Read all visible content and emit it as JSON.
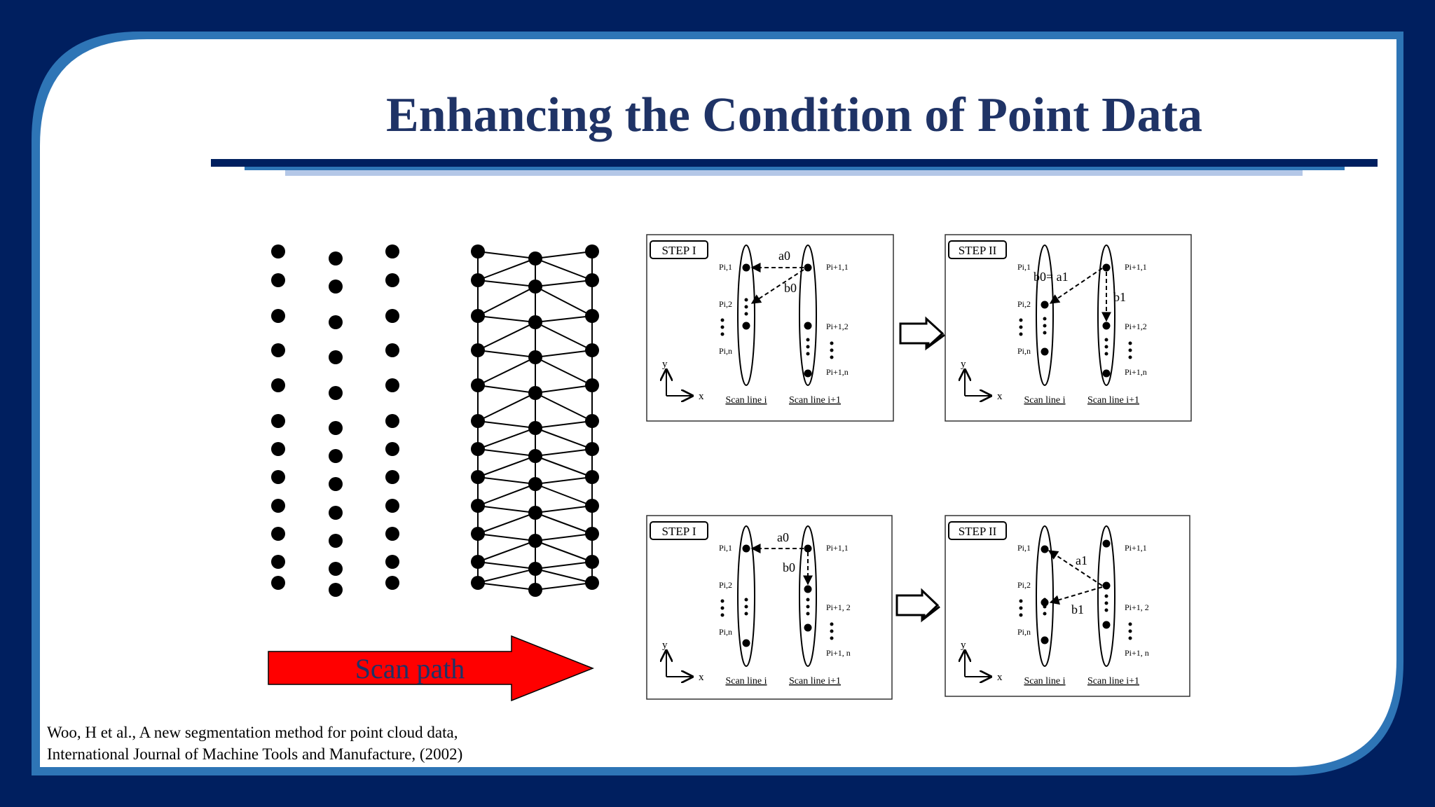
{
  "slide": {
    "title": "Enhancing the Condition of Point Data",
    "colors": {
      "background": "#001f5f",
      "frame": "#2e75b6",
      "title": "#1f3366",
      "arrow": "#ff0000"
    }
  },
  "left_figure": {
    "arrow_label": "Scan path"
  },
  "panels": [
    {
      "step_label": "STEP I",
      "left_points": [
        "Pi,1",
        "Pi,2",
        "Pi,n"
      ],
      "right_points": [
        "Pi+1,1",
        "Pi+1,2",
        "Pi+1,n"
      ],
      "labels": [
        "a0",
        "b0"
      ],
      "scan_line_left": "Scan line i",
      "scan_line_right": "Scan line i+1",
      "axis_x": "x",
      "axis_y": "y"
    },
    {
      "step_label": "STEP II",
      "left_points": [
        "Pi,1",
        "Pi,2",
        "Pi,n"
      ],
      "right_points": [
        "Pi+1,1",
        "Pi+1,2",
        "Pi+1,n"
      ],
      "labels": [
        "b0= a1",
        "b1"
      ],
      "scan_line_left": "Scan line i",
      "scan_line_right": "Scan line i+1",
      "axis_x": "x",
      "axis_y": "y"
    },
    {
      "step_label": "STEP I",
      "left_points": [
        "Pi,1",
        "Pi,2",
        "Pi,n"
      ],
      "right_points": [
        "Pi+1,1",
        "Pi+1, 2",
        "Pi+1, n"
      ],
      "labels": [
        "a0",
        "b0"
      ],
      "scan_line_left": "Scan line i",
      "scan_line_right": "Scan line i+1",
      "axis_x": "x",
      "axis_y": "y"
    },
    {
      "step_label": "STEP II",
      "left_points": [
        "Pi,1",
        "Pi,2",
        "Pi,n"
      ],
      "right_points": [
        "Pi+1,1",
        "Pi+1, 2",
        "Pi+1, n"
      ],
      "labels": [
        "a1",
        "b1"
      ],
      "scan_line_left": "Scan line i",
      "scan_line_right": "Scan line i+1",
      "axis_x": "x",
      "axis_y": "y"
    }
  ],
  "citation": {
    "line1": "Woo,  H et al., A new segmentation method for point cloud data,",
    "line2": "International Journal of Machine Tools and Manufacture, (2002)"
  }
}
